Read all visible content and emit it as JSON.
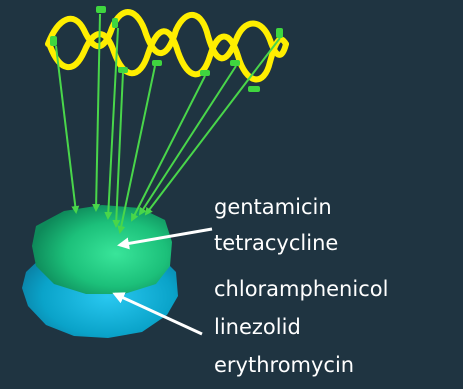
{
  "labels": {
    "gentamicin": "gentamicin",
    "tetracycline": "tetracycline",
    "chloramphenicol": "chloramphenicol",
    "linezolid": "linezolid",
    "erythromycin": "erythromycin"
  },
  "colors": {
    "background": "#1f3441",
    "mrna_strand": "#ffee00",
    "codon_marks": "#3fd63f",
    "arrows": "#49d64a",
    "small_subunit": "#1cc07a",
    "large_subunit": "#0aa3c9",
    "pointer_arrows": "#ffffff",
    "label_text": "#ffffff"
  }
}
